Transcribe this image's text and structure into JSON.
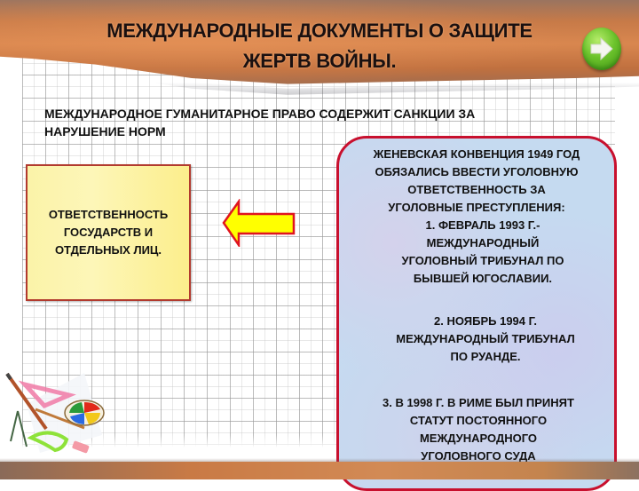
{
  "header": {
    "title_line1": "МЕЖДУНАРОДНЫЕ  ДОКУМЕНТЫ   О ЗАЩИТЕ",
    "title_line2": "ЖЕРТВ ВОЙНЫ.",
    "next_button_icon": "arrow-right-icon"
  },
  "intro": {
    "line1": "МЕЖДУНАРОДНОЕ ГУМАНИТАРНОЕ ПРАВО СОДЕРЖИТ  САНКЦИИ  ЗА",
    "line2": "НАРУШЕНИЕ НОРМ"
  },
  "responsibility_box": {
    "text": "ОТВЕТСТВЕННОСТЬ\nГОСУДАРСТВ  И\nОТДЕЛЬНЫХ ЛИЦ.",
    "fill_color": "#fdf6b8",
    "border_color": "#b23a2e"
  },
  "arrow": {
    "direction": "left",
    "fill_color": "#ffff00",
    "border_color": "#e0141e"
  },
  "convention_box": {
    "heading": "ЖЕНЕВСКАЯ КОНВЕНЦИЯ 1949 ГОД\nОБЯЗАЛИСЬ  ВВЕСТИ УГОЛОВНУЮ\nОТВЕТСТВЕННОСТЬ  ЗА\nУГОЛОВНЫЕ ПРЕСТУПЛЕНИЯ:",
    "items": [
      {
        "num": "1.",
        "text": "1.   ФЕВРАЛЬ 1993 Г.-\nМЕЖДУНАРОДНЫЙ\nУГОЛОВНЫЙ ТРИБУНАЛ ПО\nБЫВШЕЙ ЮГОСЛАВИИ."
      },
      {
        "num": "2.",
        "text": "2.   НОЯБРЬ 1994 Г.\nМЕЖДУНАРОДНЫЙ ТРИБУНАЛ\nПО РУАНДЕ."
      },
      {
        "num": "3.",
        "text": "3.   В 1998 Г. В РИМЕ БЫЛ ПРИНЯТ\nСТАТУТ  ПОСТОЯННОГО\nМЕЖДУНАРОДНОГО\nУГОЛОВНОГО СУДА"
      }
    ],
    "border_color": "#c8102e",
    "fill_color": "#c5daf0"
  },
  "theme": {
    "header_brown": "#c77a48",
    "next_green": "#6cc32c"
  }
}
